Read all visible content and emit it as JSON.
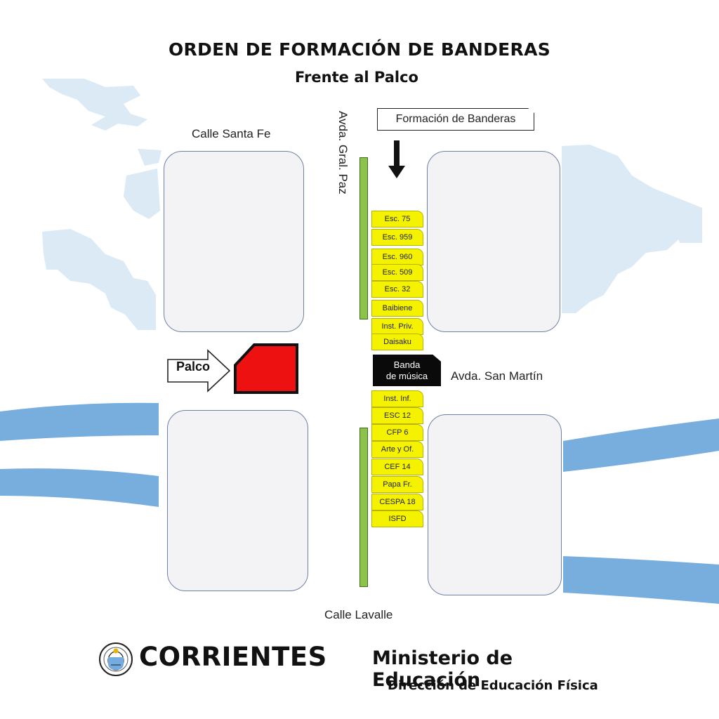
{
  "header": {
    "title": "ORDEN DE FORMACIÓN DE BANDERAS",
    "subtitle": "Frente al Palco"
  },
  "streets": {
    "santa_fe": "Calle Santa Fe",
    "gral_paz": "Avda. Gral. Paz",
    "san_martin": "Avda. San Martín",
    "lavalle": "Calle Lavalle"
  },
  "formation_sign": {
    "label": "Formación de Banderas"
  },
  "flags_north": [
    "Esc. 75",
    "Esc. 959",
    "Esc. 960",
    "Esc. 509",
    "Esc. 32",
    "Baibiene",
    "Inst. Priv.",
    "Daisaku"
  ],
  "flags_south": [
    "Inst. Inf.",
    "ESC 12",
    "CFP 6",
    "Arte y Of.",
    "CEF 14",
    "Papa Fr.",
    "CESPA 18",
    "ISFD"
  ],
  "banda": {
    "line1": "Banda",
    "line2": "de música"
  },
  "palco": {
    "label": "Palco"
  },
  "footer": {
    "province": "CORRIENTES",
    "ministry": "Ministerio de Educación",
    "direction": "Dirección de Educación Física"
  },
  "colors": {
    "flag_yellow": "#f5f200",
    "palco_red": "#ee1111",
    "banda_black": "#0a0a0a",
    "median_green": "#8cc34a",
    "map_blue": "#dbeaf5",
    "stripe_blue": "#78aede"
  }
}
